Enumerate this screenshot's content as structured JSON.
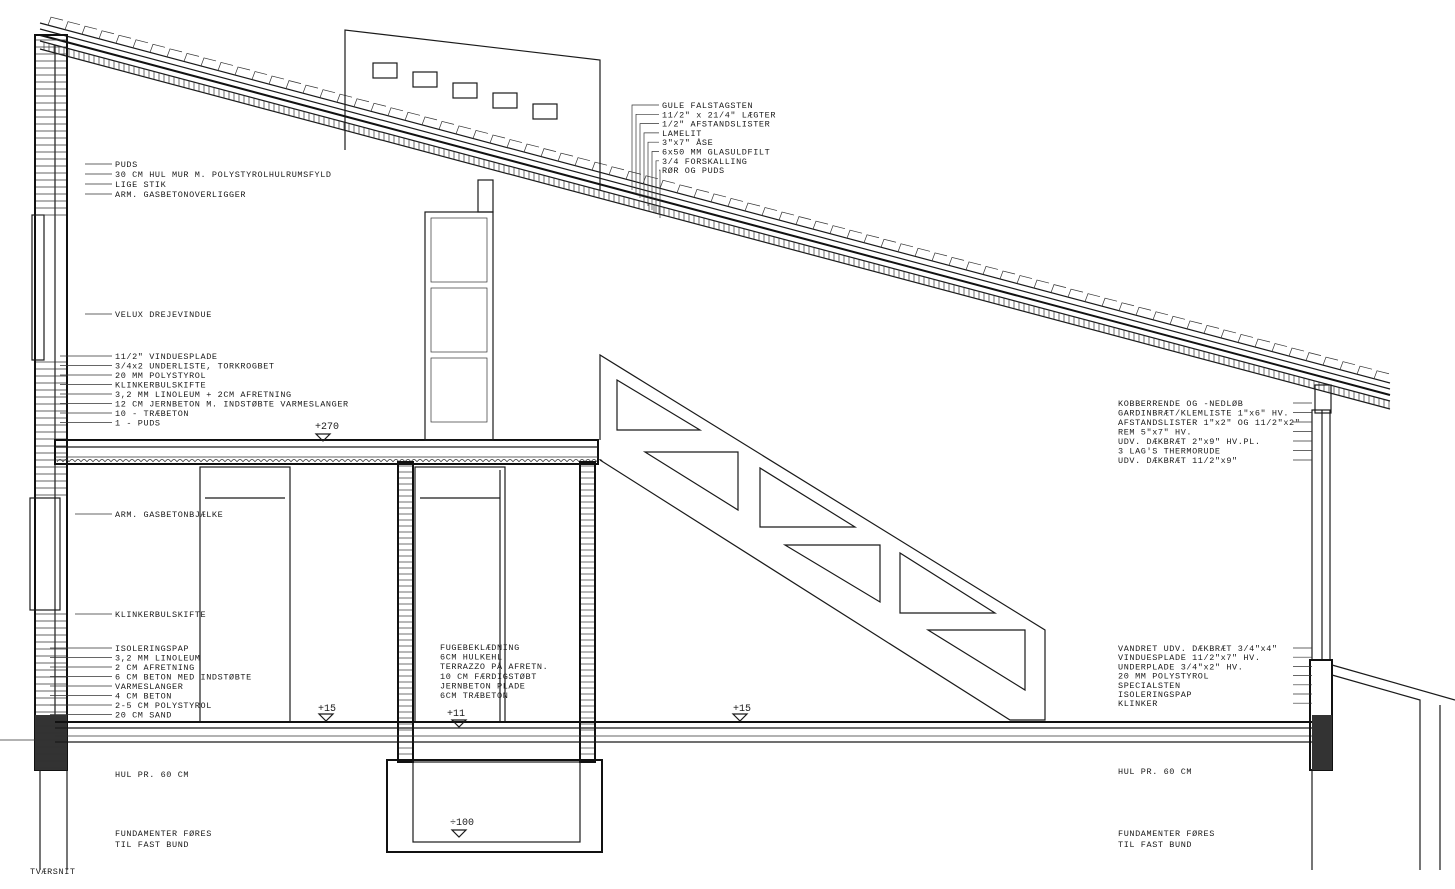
{
  "drawing_title": "TVÆRSNIT",
  "levels": {
    "upper_floor": "+270",
    "ground_left": "+15",
    "ground_mid": "+11",
    "ground_right": "+15",
    "pit": "÷100"
  },
  "labels": {
    "wall_top": [
      "PUDS",
      "30 CM HUL MUR M. POLYSTYROLHULRUMSFYLD",
      "LIGE STIK",
      "ARM. GASBETONOVERLIGGER"
    ],
    "window": [
      "VELUX DREJEVINDUE"
    ],
    "upper_floor": [
      "11/2\" VINDUESPLADE",
      "3/4x2 UNDERLISTE, TORKROGBET",
      "20 MM POLYSTYROL",
      "KLINKERBULSKIFTE",
      "3,2 MM LINOLEUM + 2CM AFRETNING",
      "12 CM JERNBETON M. INDSTØBTE VARMESLANGER",
      "10 -    TRÆBETON",
      "1 -    PUDS"
    ],
    "beam": [
      "ARM. GASBETONBJÆLKE"
    ],
    "brick_course": [
      "KLINKERBULSKIFTE"
    ],
    "ground_floor": [
      "ISOLERINGSPAP",
      "3,2 MM LINOLEUM",
      "2 CM AFRETNING",
      "6 CM BETON MED INDSTØBTE",
      "VARMESLANGER",
      "4 CM BETON",
      "2-5 CM POLYSTYROL",
      "20 CM SAND"
    ],
    "hole_left": [
      "HUL PR. 60 CM"
    ],
    "foundation_left": [
      "FUNDAMENTER FØRES",
      "TIL FAST BUND"
    ],
    "mid_floor": [
      "FUGEBEKLÆDNING",
      "6CM HULKEHL",
      "TERRAZZO PÅ AFRETN.",
      "10 CM FÆRDIGSTØBT",
      "JERNBETON PLADE",
      "6CM TRÆBETON"
    ],
    "roof": [
      "GULE FALSTAGSTEN",
      "11/2\" x 21/4\" LÆGTER",
      "1/2\" AFSTANDSLISTER",
      "LAMELIT",
      "3\"x7\" ÅSE",
      "6x50 MM GLASULDFILT",
      "3/4 FORSKALLING",
      "RØR OG PUDS"
    ],
    "eaves": [
      "KOBBERRENDE OG -NEDLØB",
      "GARDINBRÆT/KLEMLISTE 1\"x6\" HV.",
      "AFSTANDSLISTER 1\"x2\" OG 11/2\"x2\"",
      "REM 5\"x7\" HV.",
      "UDV. DÆKBRÆT 2\"x9\" HV.PL.",
      "3 LAG'S THERMORUDE",
      "UDV. DÆKBRÆT 11/2\"x9\""
    ],
    "right_sill": [
      "VANDRET UDV. DÆKBRÆT 3/4\"x4\"",
      "VINDUESPLADE 11/2\"x7\" HV.",
      "UNDERPLADE 3/4\"x2\" HV.",
      "20 MM POLYSTYROL",
      "SPECIALSTEN",
      "ISOLERINGSPAP",
      "KLINKER"
    ],
    "hole_right": [
      "HUL PR. 60 CM"
    ],
    "foundation_right": [
      "FUNDAMENTER FØRES",
      "TIL FAST BUND"
    ]
  }
}
